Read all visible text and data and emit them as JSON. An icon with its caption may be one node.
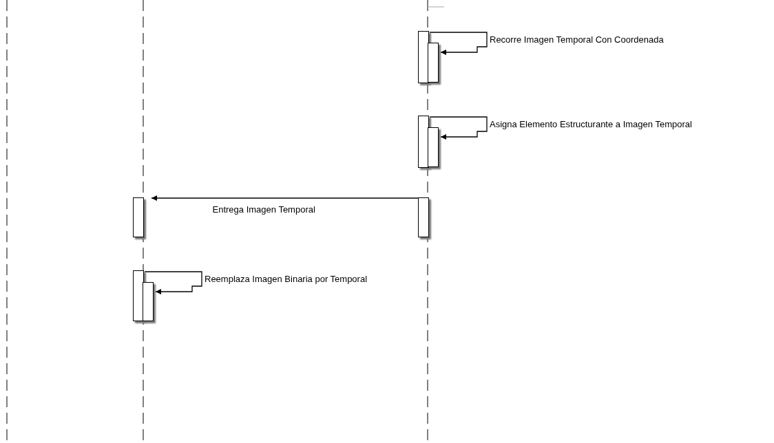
{
  "diagram": {
    "nodes": [
      {
        "text": [],
        "shape": "bar"
      },
      {
        "text": [],
        "shape": "bar"
      },
      {
        "text": [],
        "shape": "bar"
      },
      {
        "text": [],
        "shape": "bar"
      },
      {
        "text": [],
        "shape": "bar"
      },
      {
        "text": [],
        "shape": "bar"
      },
      {
        "text": [],
        "shape": "bar"
      },
      {
        "text": [],
        "shape": "bar"
      }
    ],
    "edges": [
      {
        "from": 0,
        "to": 1,
        "arrow": "to",
        "label": "Recorre Imagen Temporal Con Coordenada"
      },
      {
        "from": 2,
        "to": 3,
        "arrow": "to",
        "label": "Asigna Elemento Estructurante a Imagen Temporal"
      },
      {
        "from": 5,
        "to": 4,
        "arrow": "to",
        "label": "Entrega Imagen Temporal"
      },
      {
        "from": 6,
        "to": 7,
        "arrow": "to",
        "label": "Reemplaza Imagen Binaria por Temporal"
      }
    ]
  }
}
